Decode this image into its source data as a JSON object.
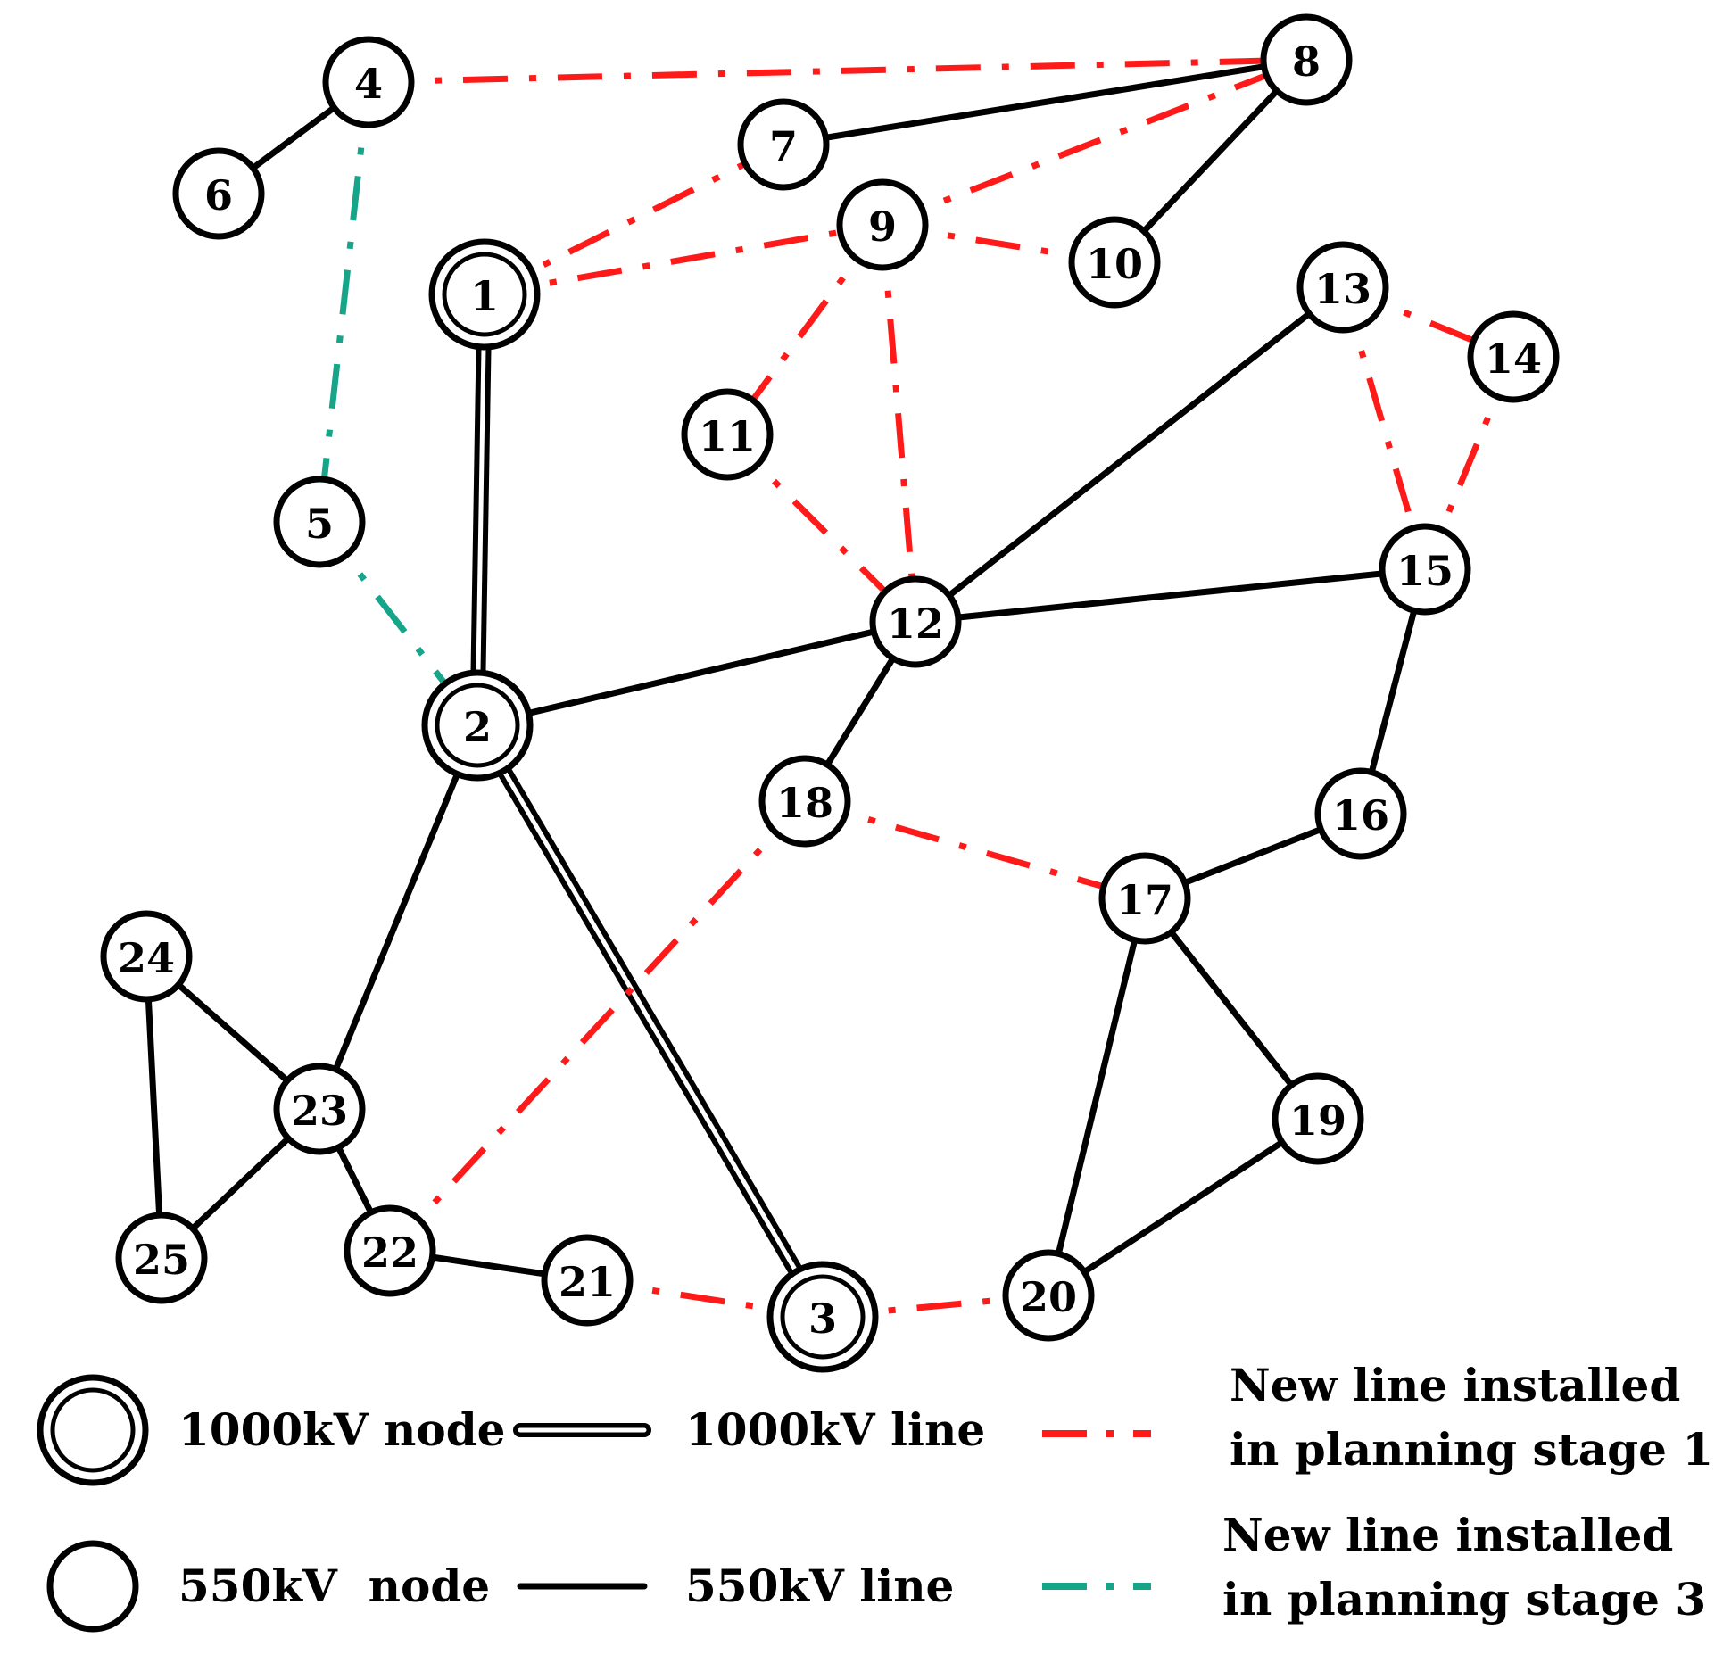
{
  "colors": {
    "line_550": "#000000",
    "line_1000": "#000000",
    "stage1": "#ff1a1a",
    "stage3": "#17a589"
  },
  "nodes": [
    {
      "id": "1",
      "type": "1000kV"
    },
    {
      "id": "2",
      "type": "1000kV"
    },
    {
      "id": "3",
      "type": "1000kV"
    },
    {
      "id": "4",
      "type": "550kV"
    },
    {
      "id": "5",
      "type": "550kV"
    },
    {
      "id": "6",
      "type": "550kV"
    },
    {
      "id": "7",
      "type": "550kV"
    },
    {
      "id": "8",
      "type": "550kV"
    },
    {
      "id": "9",
      "type": "550kV"
    },
    {
      "id": "10",
      "type": "550kV"
    },
    {
      "id": "11",
      "type": "550kV"
    },
    {
      "id": "12",
      "type": "550kV"
    },
    {
      "id": "13",
      "type": "550kV"
    },
    {
      "id": "14",
      "type": "550kV"
    },
    {
      "id": "15",
      "type": "550kV"
    },
    {
      "id": "16",
      "type": "550kV"
    },
    {
      "id": "17",
      "type": "550kV"
    },
    {
      "id": "18",
      "type": "550kV"
    },
    {
      "id": "19",
      "type": "550kV"
    },
    {
      "id": "20",
      "type": "550kV"
    },
    {
      "id": "21",
      "type": "550kV"
    },
    {
      "id": "22",
      "type": "550kV"
    },
    {
      "id": "23",
      "type": "550kV"
    },
    {
      "id": "24",
      "type": "550kV"
    },
    {
      "id": "25",
      "type": "550kV"
    }
  ],
  "edges": [
    {
      "from": "1",
      "to": "2",
      "type": "1000kV"
    },
    {
      "from": "2",
      "to": "3",
      "type": "1000kV"
    },
    {
      "from": "4",
      "to": "6",
      "type": "550kV"
    },
    {
      "from": "7",
      "to": "8",
      "type": "550kV"
    },
    {
      "from": "8",
      "to": "10",
      "type": "550kV"
    },
    {
      "from": "2",
      "to": "12",
      "type": "550kV"
    },
    {
      "from": "12",
      "to": "13",
      "type": "550kV"
    },
    {
      "from": "12",
      "to": "15",
      "type": "550kV"
    },
    {
      "from": "12",
      "to": "18",
      "type": "550kV"
    },
    {
      "from": "15",
      "to": "16",
      "type": "550kV"
    },
    {
      "from": "16",
      "to": "17",
      "type": "550kV"
    },
    {
      "from": "17",
      "to": "19",
      "type": "550kV"
    },
    {
      "from": "17",
      "to": "20",
      "type": "550kV"
    },
    {
      "from": "19",
      "to": "20",
      "type": "550kV"
    },
    {
      "from": "2",
      "to": "23",
      "type": "550kV"
    },
    {
      "from": "23",
      "to": "24",
      "type": "550kV"
    },
    {
      "from": "23",
      "to": "25",
      "type": "550kV"
    },
    {
      "from": "24",
      "to": "25",
      "type": "550kV"
    },
    {
      "from": "23",
      "to": "22",
      "type": "550kV"
    },
    {
      "from": "22",
      "to": "21",
      "type": "550kV"
    },
    {
      "from": "4",
      "to": "8",
      "type": "stage1"
    },
    {
      "from": "9",
      "to": "8",
      "type": "stage1"
    },
    {
      "from": "1",
      "to": "7",
      "type": "stage1"
    },
    {
      "from": "1",
      "to": "9",
      "type": "stage1"
    },
    {
      "from": "9",
      "to": "10",
      "type": "stage1"
    },
    {
      "from": "9",
      "to": "11",
      "type": "stage1"
    },
    {
      "from": "9",
      "to": "12",
      "type": "stage1"
    },
    {
      "from": "11",
      "to": "12",
      "type": "stage1"
    },
    {
      "from": "13",
      "to": "14",
      "type": "stage1"
    },
    {
      "from": "13",
      "to": "15",
      "type": "stage1"
    },
    {
      "from": "14",
      "to": "15",
      "type": "stage1"
    },
    {
      "from": "18",
      "to": "17",
      "type": "stage1"
    },
    {
      "from": "18",
      "to": "22",
      "type": "stage1"
    },
    {
      "from": "21",
      "to": "3",
      "type": "stage1"
    },
    {
      "from": "3",
      "to": "20",
      "type": "stage1"
    },
    {
      "from": "4",
      "to": "5",
      "type": "stage3"
    },
    {
      "from": "5",
      "to": "2",
      "type": "stage3"
    }
  ],
  "legend": {
    "node_1000": "1000kV node",
    "node_550": "550kV  node",
    "line_1000": "1000kV line",
    "line_550": "550kV line",
    "stage1_line1": "New line installed",
    "stage1_line2": "in planning stage 1",
    "stage3_line1": "New line installed",
    "stage3_line2": "in planning stage 3"
  }
}
